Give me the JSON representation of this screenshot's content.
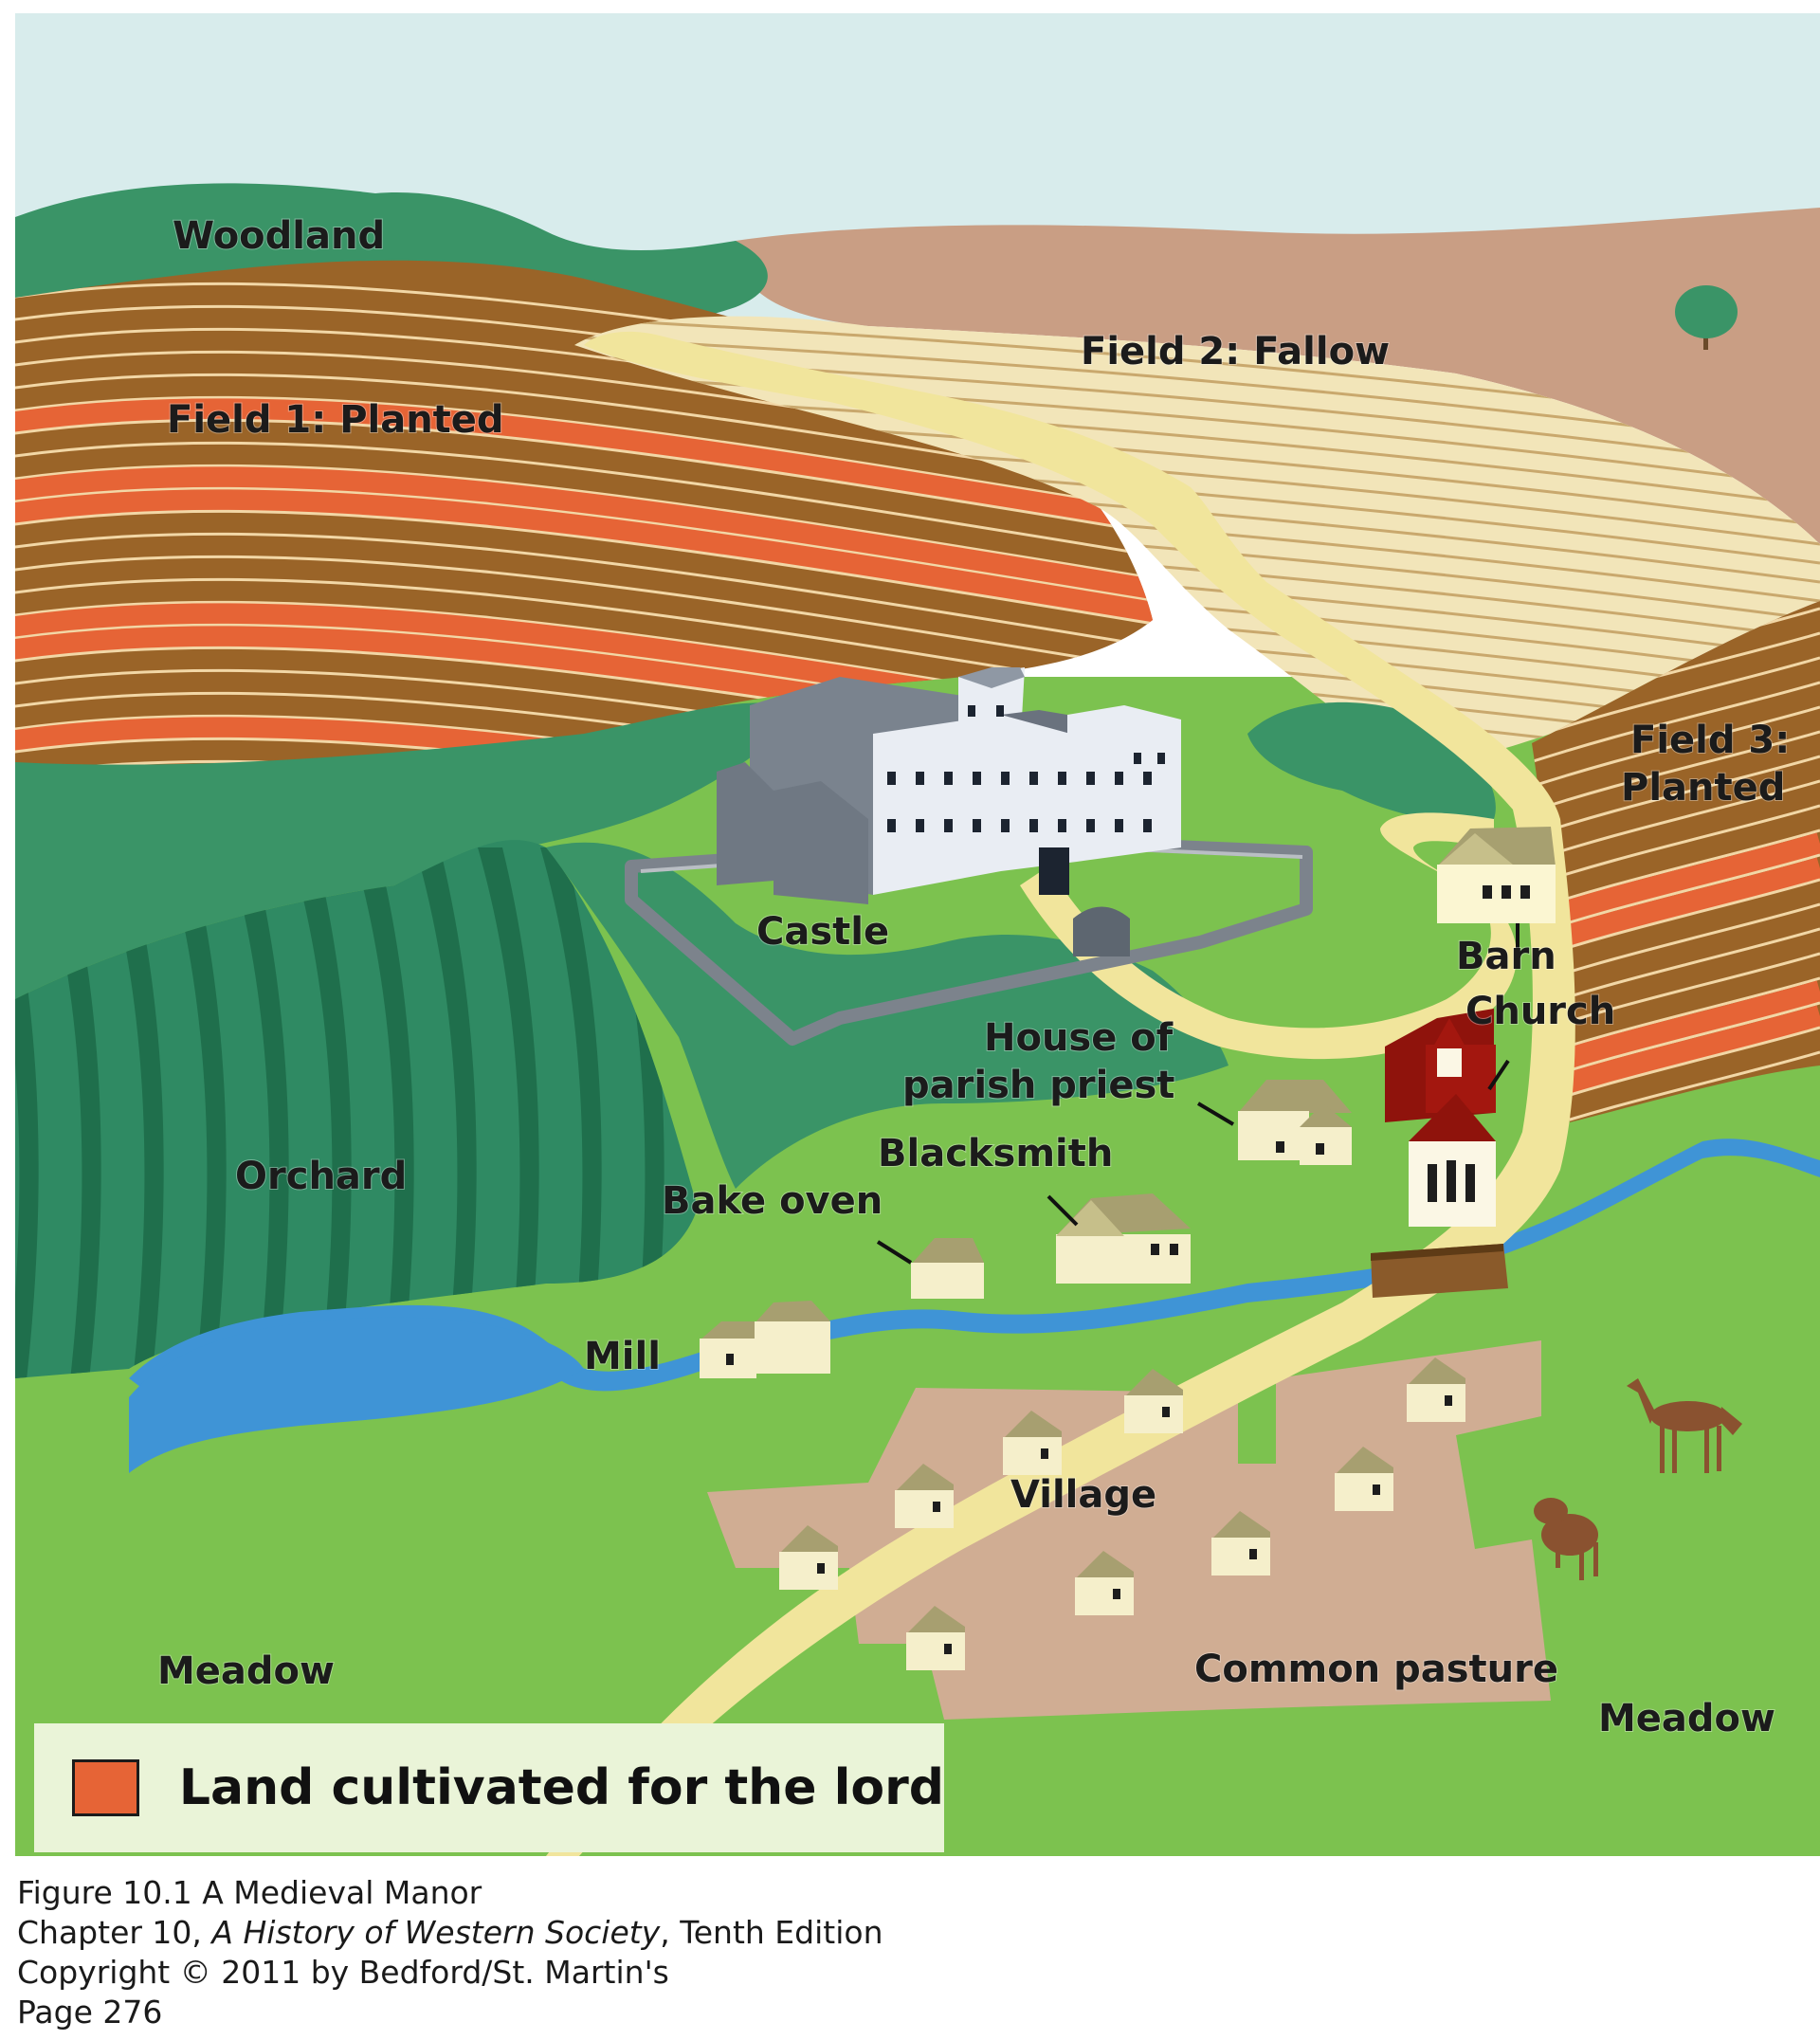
{
  "colors": {
    "sky": "#d8ecec",
    "woodland": "#3a9467",
    "orchard": "#2f8a63",
    "hills": "#c99e84",
    "field_brown": "#9a6428",
    "lord_land": "#e66436",
    "fallow": "#f2e5b9",
    "meadow": "#7cc24f",
    "road": "#f1e59c",
    "river": "#3f94d6",
    "pasture": "#d0ad93",
    "castle": "#6e7784",
    "church": "#a3170f",
    "legend_bg": "#eaf4d8"
  },
  "labels": {
    "woodland": "Woodland",
    "field2": "Field 2: Fallow",
    "field1": "Field 1: Planted",
    "field3_line1": "Field 3:",
    "field3_line2": "Planted",
    "castle": "Castle",
    "barn": "Barn",
    "church": "Church",
    "priest_line1": "House of",
    "priest_line2": "parish priest",
    "blacksmith": "Blacksmith",
    "orchard": "Orchard",
    "bake_oven": "Bake oven",
    "mill": "Mill",
    "village": "Village",
    "meadow_left": "Meadow",
    "common_pasture": "Common pasture",
    "meadow_right": "Meadow"
  },
  "legend": {
    "label": "Land cultivated for the lord",
    "swatch_color": "#e66436"
  },
  "caption": {
    "line1": "Figure 10.1 A Medieval Manor",
    "line2_prefix": "Chapter 10, ",
    "line2_italic": "A History of Western Society",
    "line2_suffix": ", Tenth Edition",
    "line3": "Copyright © 2011 by Bedford/St. Martin's",
    "line4": "Page 276"
  }
}
